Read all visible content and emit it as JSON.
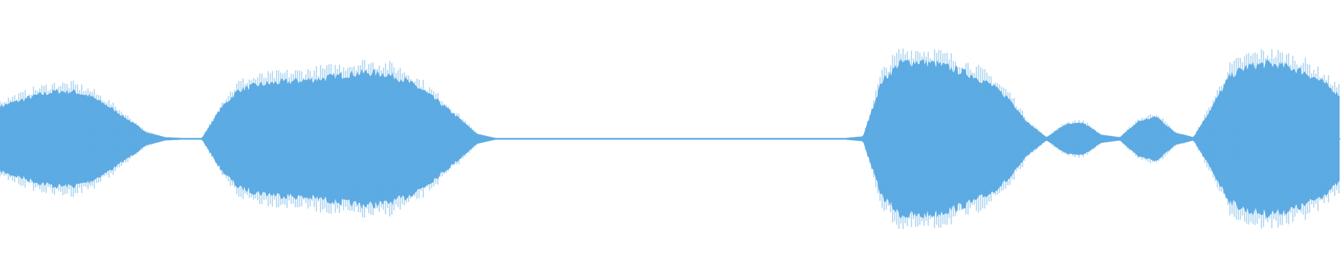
{
  "waveform": {
    "color": "#5dabe3",
    "background": "#ffffff",
    "amplitude_envelope": [
      0.41,
      0.48,
      0.55,
      0.6,
      0.6,
      0.53,
      0.4,
      0.24,
      0.08,
      0.02,
      0.01,
      0.01,
      0.38,
      0.62,
      0.68,
      0.71,
      0.73,
      0.75,
      0.78,
      0.82,
      0.84,
      0.82,
      0.75,
      0.62,
      0.45,
      0.26,
      0.06,
      0.01,
      0.01,
      0.01,
      0.01,
      0.01,
      0.01,
      0.01,
      0.01,
      0.01,
      0.01,
      0.01,
      0.01,
      0.01,
      0.01,
      0.01,
      0.01,
      0.01,
      0.01,
      0.01,
      0.01,
      0.03,
      0.72,
      0.96,
      0.98,
      0.95,
      0.88,
      0.8,
      0.68,
      0.5,
      0.2,
      0.02,
      0.18,
      0.2,
      0.05,
      0.02,
      0.22,
      0.28,
      0.08,
      0.02,
      0.4,
      0.8,
      0.92,
      0.95,
      0.92,
      0.85,
      0.72,
      0.55
    ]
  }
}
